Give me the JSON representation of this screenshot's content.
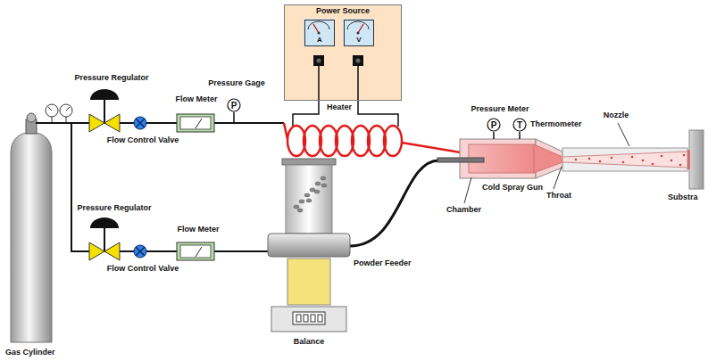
{
  "diagram": {
    "nodes": [
      {
        "text": [
          "Power Source"
        ]
      },
      {
        "text": [
          "A"
        ],
        "in": 0
      },
      {
        "text": [
          "V"
        ],
        "in": 0
      },
      {
        "text": [
          "P"
        ]
      },
      {
        "text": [
          "P"
        ]
      },
      {
        "text": [
          "T"
        ]
      }
    ],
    "labels": [
      "Pressure Regulator",
      "Pressure Gage",
      "Heater",
      "Flow Meter",
      "Flow Control Valve",
      "Pressure Meter",
      "Thermometer",
      "Nozzle",
      "Cold Spray Gun",
      "Throat",
      "Substra",
      "Chamber",
      "Pressure Regulator",
      "Flow Meter",
      "Flow Control Valve",
      "Powder Feeder",
      "Balance",
      "Gas Cylinder"
    ]
  }
}
